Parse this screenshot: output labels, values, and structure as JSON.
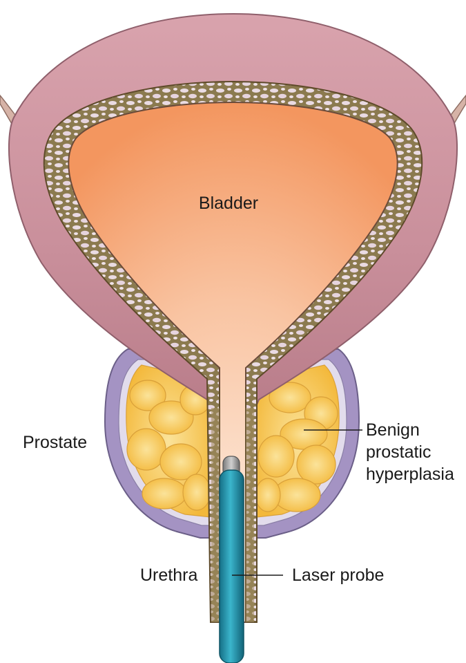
{
  "labels": {
    "bladder": "Bladder",
    "prostate": "Prostate",
    "bph_line1": "Benign",
    "bph_line2": "prostatic",
    "bph_line3": "hyperplasia",
    "urethra": "Urethra",
    "laser_probe": "Laser probe"
  },
  "colors": {
    "bladder_outer": "#c98f9b",
    "bladder_wall": "#8a7a4e",
    "bladder_lumen": "#f5a577",
    "prostate_capsule": "#a796c4",
    "prostate_tissue": "#f7c75a",
    "probe": "#1f93ac",
    "probe_tip": "#9a9a9a"
  }
}
